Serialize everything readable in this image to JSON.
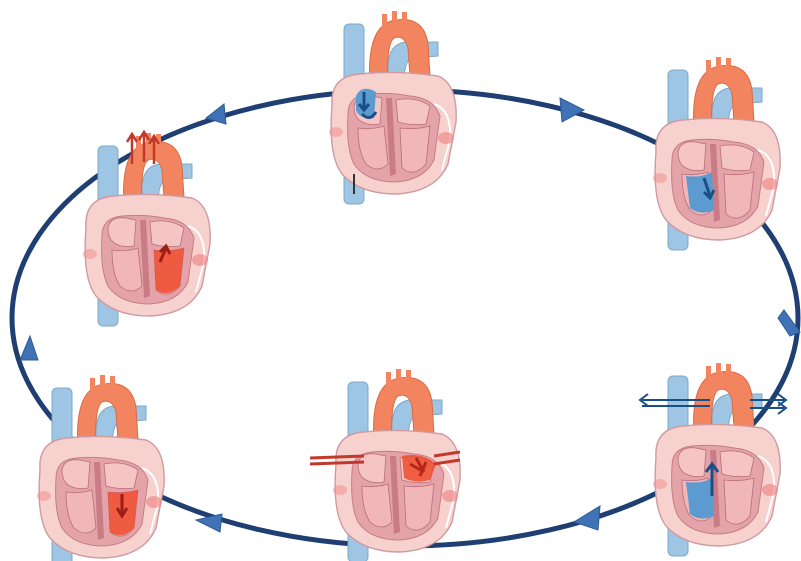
{
  "diagram": {
    "stages": [
      {
        "id": "top",
        "highlight": "atrial-filling",
        "arrow_color": "#1a4f86"
      },
      {
        "id": "right-upper",
        "highlight": "ventricular-filling",
        "arrow_color": "#1a4f86"
      },
      {
        "id": "right-lower",
        "highlight": "pulmonary-ejection",
        "arrow_color": "#1a4f86"
      },
      {
        "id": "bottom-middle",
        "highlight": "systemic-return",
        "arrow_color": "#c0392b"
      },
      {
        "id": "left-lower",
        "highlight": "left-ventricle-filling",
        "arrow_color": "#c0392b"
      },
      {
        "id": "left-upper",
        "highlight": "aortic-ejection",
        "arrow_color": "#c0392b"
      }
    ],
    "cycle_direction": "clockwise",
    "colors": {
      "cycle_line": "#1f3f73",
      "cycle_arrow": "#3f73b5",
      "heart_outer": "#f6d1cd",
      "heart_muscle": "#d88f95",
      "aorta": "#f2855f",
      "vena_cava": "#9ec5e3",
      "deoxygenated_blood": "#5c9bd0",
      "oxygenated_blood": "#ee4b2b"
    }
  }
}
